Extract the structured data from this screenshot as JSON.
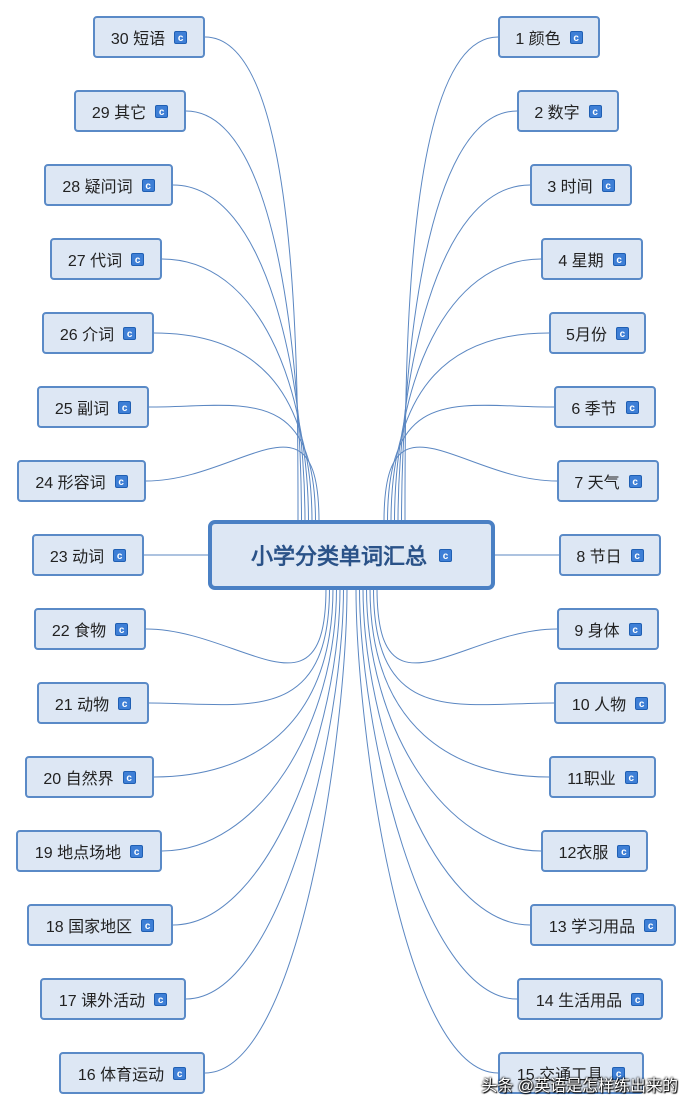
{
  "center": {
    "label": "小学分类单词汇总",
    "icon": "c-icon"
  },
  "left_nodes": [
    "30 短语",
    "29 其它",
    "28 疑问词",
    "27 代词",
    "26 介词",
    "25 副词",
    "24 形容词",
    "23 动词",
    "22 食物",
    "21 动物",
    "20 自然界",
    "19 地点场地",
    "18 国家地区",
    "17 课外活动",
    "16 体育运动"
  ],
  "right_nodes": [
    "1 颜色",
    "2 数字",
    "3 时间",
    "4 星期",
    "5月份",
    "6 季节",
    "7 天气",
    "8 节日",
    "9 身体",
    "10 人物",
    "11职业",
    "12衣服",
    "13 学习用品",
    "14 生活用品",
    "15 交通工具"
  ],
  "node_icon_glyph": "c",
  "watermark": "头条 @英语是怎样练出来的",
  "colors": {
    "node_fill": "#dde7f4",
    "node_border": "#5a8ac7",
    "link": "#5b87c2",
    "center_text": "#2a5288"
  }
}
